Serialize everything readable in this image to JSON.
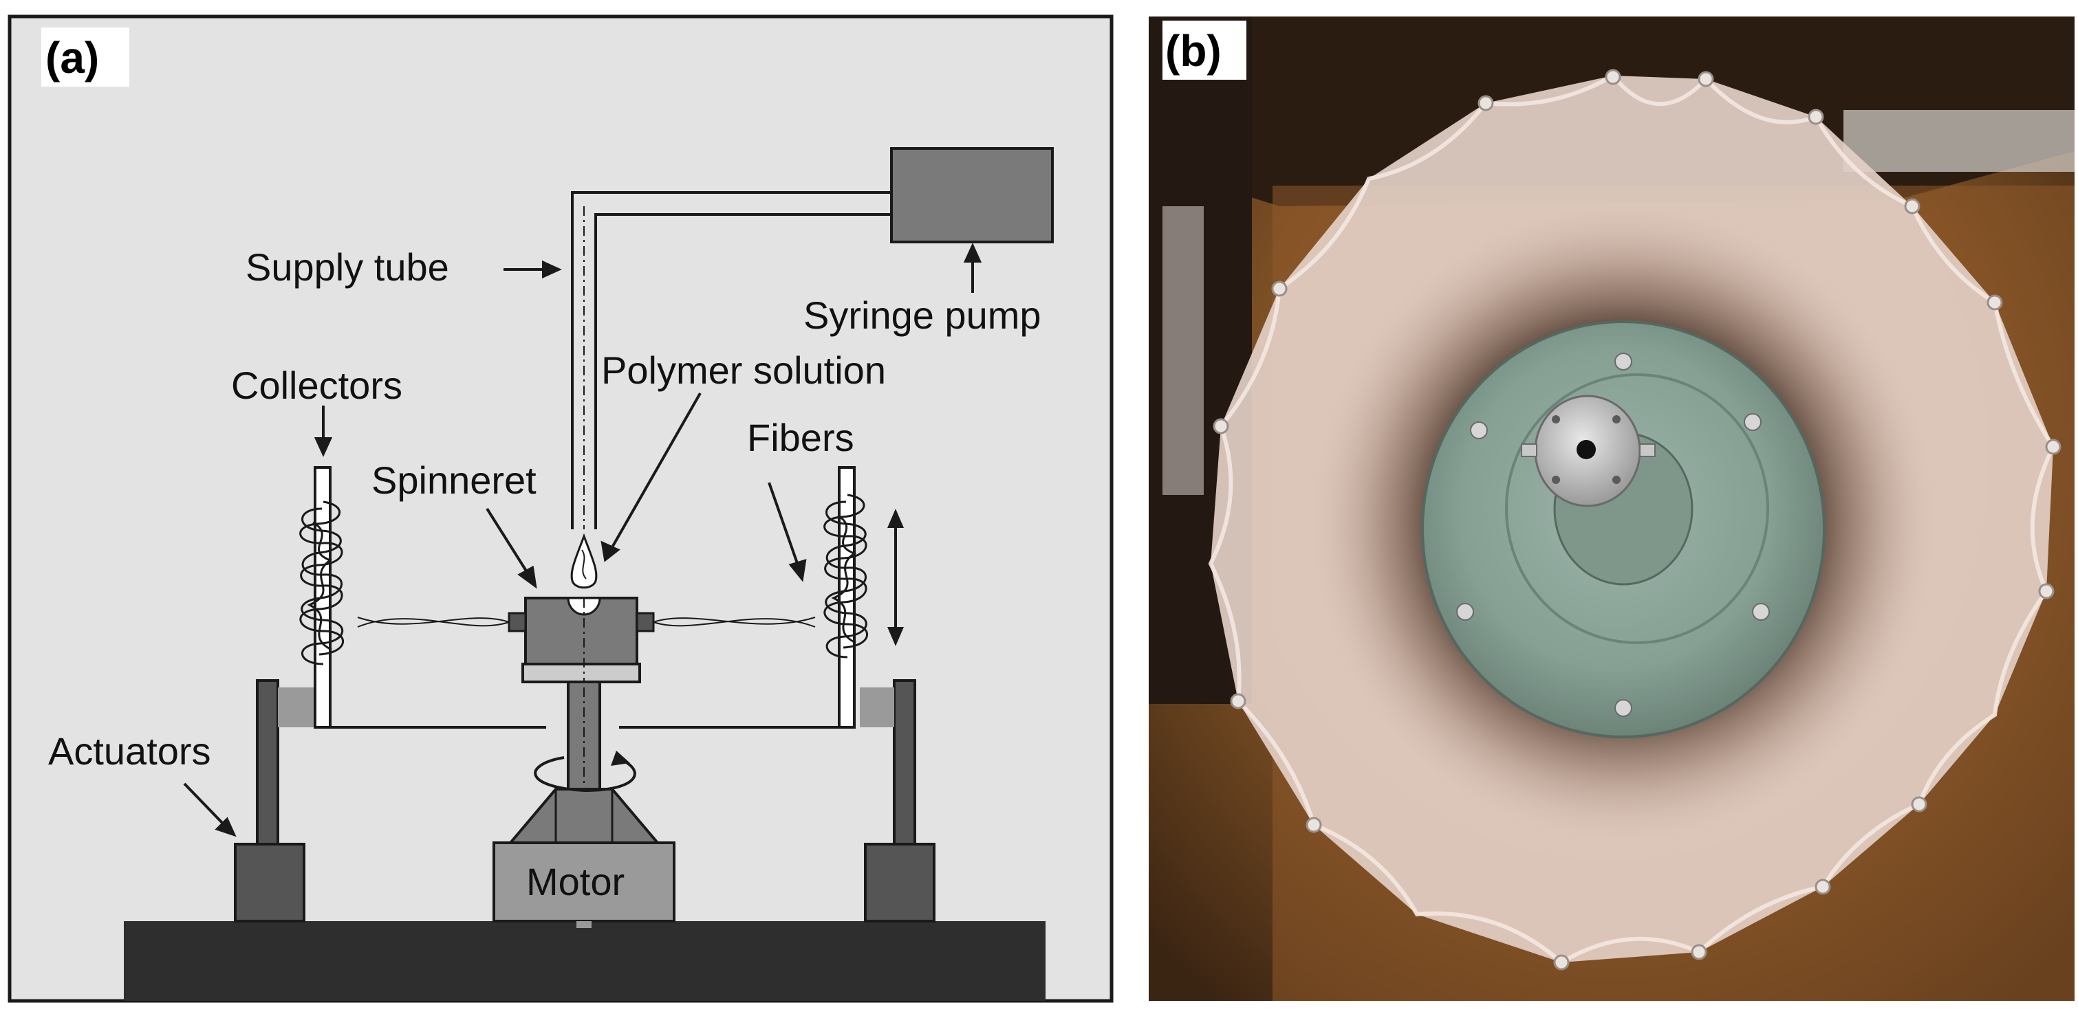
{
  "panel_a": {
    "tag": "(a)",
    "labels": {
      "supply_tube": "Supply tube",
      "syringe_pump": "Syringe pump",
      "polymer_solution": "Polymer solution",
      "collectors": "Collectors",
      "spinneret": "Spinneret",
      "fibers": "Fibers",
      "actuators": "Actuators",
      "motor": "Motor"
    },
    "colors": {
      "background": "#e3e3e3",
      "base": "#2e2e2e",
      "component_dark": "#555555",
      "component_mid": "#7a7a7a",
      "component_light": "#9a9a9a"
    }
  },
  "panel_b": {
    "tag": "(b)",
    "colors": {
      "wood_dark": "#3a2412",
      "wood_mid": "#8a5a2c",
      "fiber_web": "#e8d7cf",
      "turntable": "#8ba197"
    }
  }
}
